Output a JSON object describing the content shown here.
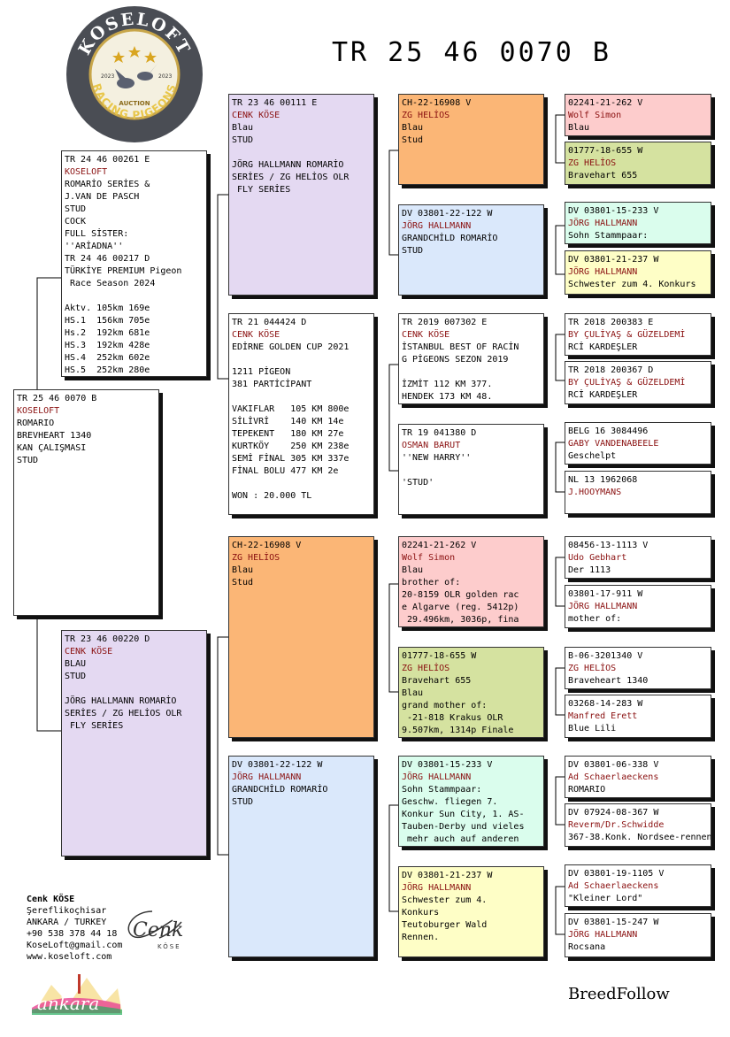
{
  "title": "TR 25 46 0070 B",
  "logo": {
    "top": "KOSELOFT",
    "bottom": "RACING PIGEONS",
    "center": "AUCTION",
    "year_left": "2023",
    "year_right": "2023"
  },
  "colors": {
    "lavender": "#e4d9f2",
    "orange": "#fbb676",
    "blue": "#dae8fb",
    "pink": "#fdcccc",
    "green": "#d5e2a0",
    "mint": "#dafded",
    "yellow": "#fefec6",
    "white": "#ffffff",
    "red_text": "#8a1010"
  },
  "pigeons": {
    "subject": [
      "TR 25 46 0070 B",
      "KOSELOFT",
      "ROMARIO",
      "BREVHEART 1340",
      "KAN ÇALIŞMASI",
      "STUD"
    ],
    "sire": [
      "TR 24 46 00261 E",
      "KOSELOFT",
      "ROMARİO SERİES &",
      "J.VAN DE PASCH",
      "STUD",
      "COCK",
      "FULL SİSTER:",
      "''ARİADNA''",
      "TR 24 46 00217 D",
      "TÜRKİYE PREMIUM Pigeon",
      " Race Season 2024",
      "",
      "Aktv. 105km 169e",
      "HS.1  156km 705e",
      "Hs.2  192km 681e",
      "HS.3  192km 428e",
      "HS.4  252km 602e",
      "HS.5  252km 280e"
    ],
    "dam": [
      "TR 23 46 00220 D",
      "CENK KÖSE",
      "BLAU",
      "STUD",
      "",
      "JÖRG HALLMANN ROMARİO",
      "SERİES / ZG HELİOS OLR",
      " FLY SERİES"
    ],
    "ss": [
      "TR 23 46 00111 E",
      "CENK KÖSE",
      "Blau",
      "STUD",
      "",
      "JÖRG HALLMANN ROMARİO",
      "SERİES / ZG HELİOS OLR",
      " FLY SERİES"
    ],
    "sd": [
      "TR 21 044424 D",
      "CENK KÖSE",
      "EDİRNE GOLDEN CUP 2021",
      "",
      "1211 PİGEON",
      "381 PARTİCİPANT",
      "",
      "VAKIFLAR   105 KM 800e",
      "SİLİVRİ    140 KM 14e",
      "TEPEKENT   180 KM 27e",
      "KURTKÖY    250 KM 238e",
      "SEMİ FİNAL 305 KM 337e",
      "FİNAL BOLU 477 KM 2e",
      "",
      "WON : 20.000 TL"
    ],
    "ds": [
      "CH-22-16908 V",
      "ZG HELİOS",
      "Blau",
      "Stud"
    ],
    "dd": [
      "DV 03801-22-122 W",
      "JÖRG HALLMANN",
      "GRANDCHİLD ROMARİO",
      "STUD"
    ],
    "sss": [
      "CH-22-16908 V",
      "ZG HELİOS",
      "Blau",
      "Stud"
    ],
    "ssd": [
      "DV 03801-22-122 W",
      "JÖRG HALLMANN",
      "GRANDCHİLD ROMARİO",
      "STUD"
    ],
    "sds": [
      "TR 2019 007302 E",
      "CENK KÖSE",
      "İSTANBUL BEST OF RACİN",
      "G PİGEONS SEZON 2019",
      "",
      "İZMİT 112 KM 377.",
      "HENDEK 173 KM 48."
    ],
    "sdd": [
      "TR 19 041380 D",
      "OSMAN BARUT",
      "''NEW HARRY''",
      "",
      "'STUD'"
    ],
    "dss": [
      "02241-21-262 V",
      "Wolf Simon",
      "Blau",
      "brother of:",
      "20-8159 OLR golden rac",
      "e Algarve (reg. 5412p)",
      " 29.496km, 3036p, fina"
    ],
    "dsd": [
      "01777-18-655 W",
      "ZG HELİOS",
      "Bravehart 655",
      "Blau",
      "grand mother of:",
      " -21-818 Krakus OLR",
      "9.507km, 1314p Finale"
    ],
    "dds": [
      "DV 03801-15-233 V",
      "JÖRG HALLMANN",
      "Sohn Stammpaar:",
      "Geschw. fliegen 7.",
      "Konkur Sun City, 1. AS-",
      "Tauben-Derby und vieles",
      " mehr auch auf anderen"
    ],
    "ddd": [
      "DV 03801-21-237 W",
      "JÖRG HALLMANN",
      "Schwester zum 4.",
      "Konkurs",
      "Teutoburger Wald",
      "Rennen."
    ],
    "g4_1": [
      "02241-21-262 V",
      "Wolf Simon",
      "Blau"
    ],
    "g4_2": [
      "01777-18-655 W",
      "ZG HELİOS",
      "Bravehart 655"
    ],
    "g4_3": [
      "DV 03801-15-233 V",
      "JÖRG HALLMANN",
      "Sohn Stammpaar:"
    ],
    "g4_4": [
      "DV 03801-21-237 W",
      "JÖRG HALLMANN",
      "Schwester zum 4. Konkurs"
    ],
    "g4_5": [
      "TR 2018 200383 E",
      "BY ÇULİYAŞ & GÜZELDEMİ",
      "RCİ KARDEŞLER"
    ],
    "g4_6": [
      "TR 2018 200367 D",
      "BY ÇULİYAŞ & GÜZELDEMİ",
      "RCİ KARDEŞLER"
    ],
    "g4_7": [
      "BELG 16 3084496",
      "GABY VANDENABEELE",
      "Geschelpt"
    ],
    "g4_8": [
      "NL 13 1962068",
      "J.HOOYMANS"
    ],
    "g4_9": [
      "08456-13-1113 V",
      "Udo Gebhart",
      "Der 1113"
    ],
    "g4_10": [
      "03801-17-911 W",
      "JÖRG HALLMANN",
      "mother of:"
    ],
    "g4_11": [
      "B-06-3201340 V",
      "ZG HELİOS",
      "Braveheart 1340"
    ],
    "g4_12": [
      "03268-14-283 W",
      "Manfred Erett",
      "Blue Lili"
    ],
    "g4_13": [
      "DV 03801-06-338 V",
      "Ad Schaerlaeckens",
      "ROMARIO"
    ],
    "g4_14": [
      "DV 07924-08-367 W",
      "Reverm/Dr.Schwidde",
      "367-38.Konk. Nordsee-rennen"
    ],
    "g4_15": [
      "DV 03801-19-1105 V",
      "Ad Schaerlaeckens",
      "\"Kleiner Lord\""
    ],
    "g4_16": [
      "DV 03801-15-247 W",
      "JÖRG HALLMANN",
      "Rocsana"
    ]
  },
  "contact": {
    "name": "Cenk KÖSE",
    "lines": [
      "Şereflikoçhisar",
      "ANKARA / TURKEY",
      "+90 538 378 44 18",
      "KoseLoft@gmail.com",
      "www.koseloft.com"
    ]
  },
  "signature": {
    "main": "Cenk",
    "sub": "KÖSE"
  },
  "ankara_logo": "ankara",
  "brand": "BreedFollow"
}
